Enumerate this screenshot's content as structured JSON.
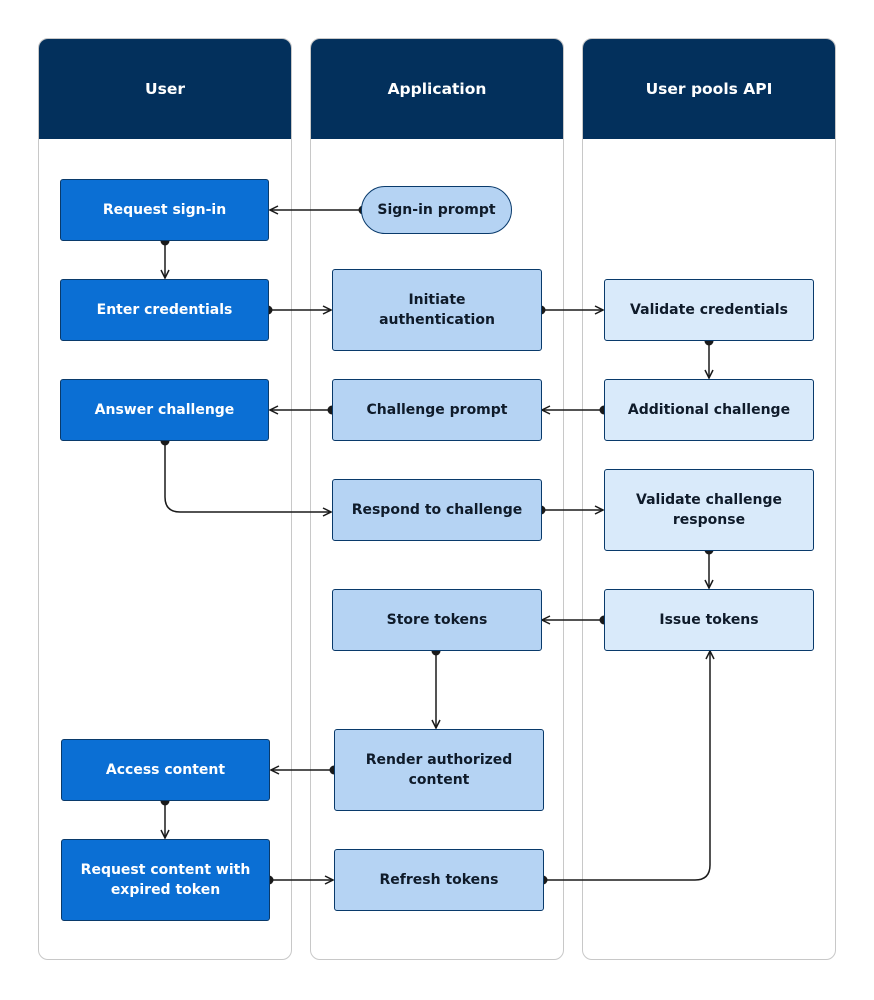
{
  "lanes": {
    "user": "User",
    "application": "Application",
    "api": "User pools API"
  },
  "steps": {
    "request_sign_in": "Request sign-in",
    "sign_in_prompt": "Sign-in prompt",
    "enter_credentials": "Enter credentials",
    "initiate_authentication": "Initiate\nauthentication",
    "validate_credentials": "Validate credentials",
    "answer_challenge": "Answer challenge",
    "challenge_prompt": "Challenge prompt",
    "additional_challenge": "Additional challenge",
    "respond_to_challenge": "Respond to challenge",
    "validate_challenge_response": "Validate challenge\nresponse",
    "store_tokens": "Store tokens",
    "issue_tokens": "Issue tokens",
    "render_authorized_content": "Render authorized\ncontent",
    "access_content": "Access content",
    "request_content_expired": "Request content with\nexpired token",
    "refresh_tokens": "Refresh tokens"
  },
  "colors": {
    "header": "#03305c",
    "user_step": "#0b6fd4",
    "application_step": "#b5d3f3",
    "api_step": "#d9eafa",
    "connector": "#1a1a1a"
  }
}
